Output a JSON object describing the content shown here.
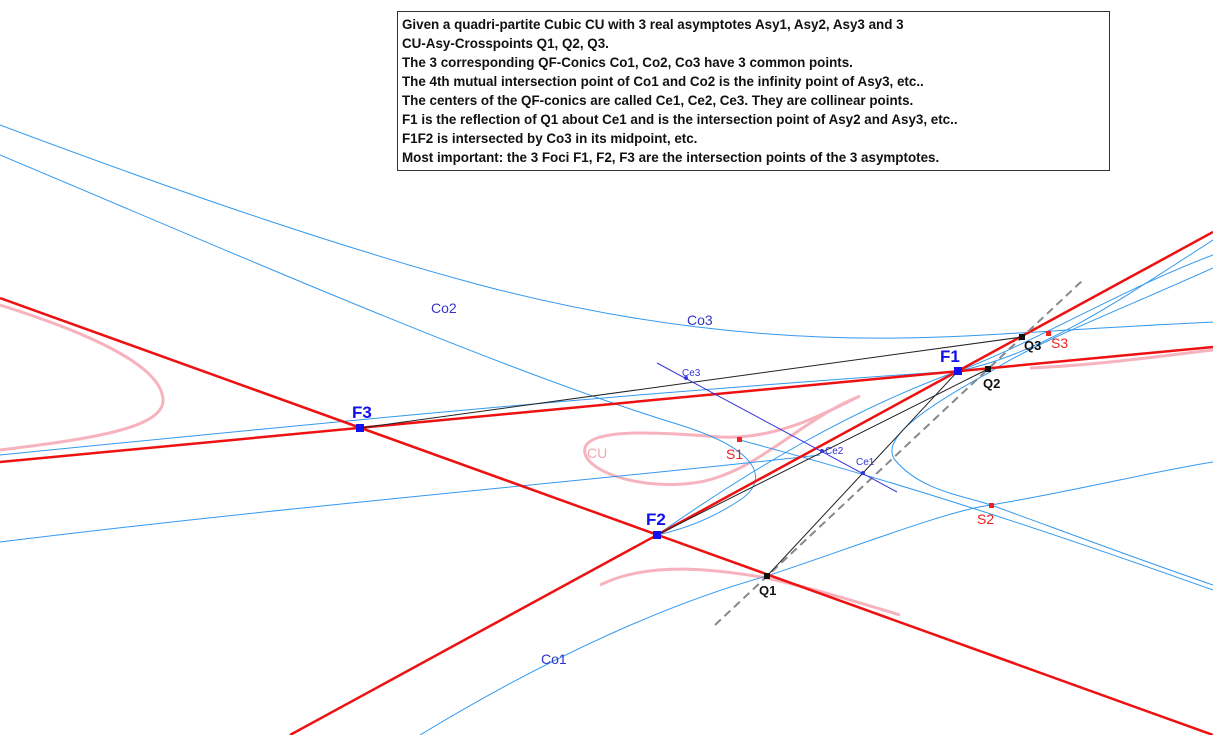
{
  "note": {
    "lines": [
      "Given a quadri-partite Cubic CU with 3 real asymptotes Asy1, Asy2, Asy3 and 3",
      "CU-Asy-Crosspoints Q1, Q2, Q3.",
      "The 3 corresponding QF-Conics Co1, Co2, Co3 have 3 common points.",
      "The 4th mutual intersection point of Co1 and Co2 is the infinity point of Asy3, etc..",
      "The centers of the QF-conics are called Ce1, Ce2, Ce3. They are collinear points.",
      "F1 is the reflection of Q1 about Ce1 and is the intersection point of Asy2 and Asy3, etc..",
      "F1F2 is intersected by Co3 in its midpoint, etc.",
      "Most important: the 3 Foci F1, F2, F3 are the intersection points of the 3 asymptotes."
    ]
  },
  "labels": {
    "F1": "F1",
    "F2": "F2",
    "F3": "F3",
    "Q1": "Q1",
    "Q2": "Q2",
    "Q3": "Q3",
    "S1": "S1",
    "S2": "S2",
    "S3": "S3",
    "Ce1": "Ce1",
    "Ce2": "Ce2",
    "Ce3": "Ce3",
    "Co1": "Co1",
    "Co2": "Co2",
    "Co3": "Co3",
    "CU": "CU"
  },
  "colors": {
    "asymptote": "#ee1111",
    "conic": "#3399ee",
    "cubic": "#f7b3bd",
    "focus": "#1111ee",
    "center_line": "#3333dd",
    "label_blue": "#3333cc",
    "label_red": "#ee2222"
  }
}
